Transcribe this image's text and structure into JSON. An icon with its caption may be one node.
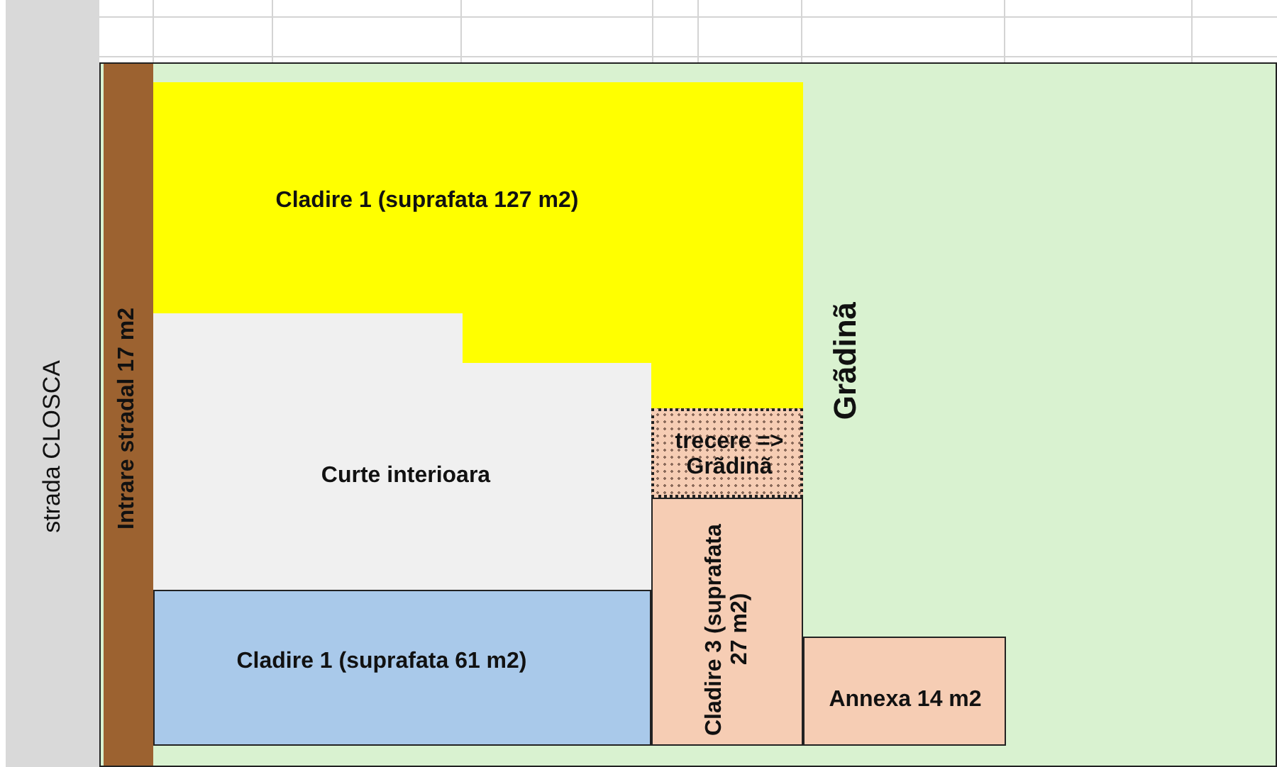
{
  "diagram": {
    "nodes": [
      {
        "text": [
          "strada CLOSCA"
        ]
      },
      {
        "text": [
          "Grãdinã"
        ]
      },
      {
        "text": [
          "Intrare stradal 17 m2"
        ],
        "in": 1
      },
      {
        "text": [
          "Cladire 1 (suprafata 127 m2)"
        ],
        "in": 1
      },
      {
        "text": [
          "Curte interioara"
        ],
        "in": 1
      },
      {
        "text": [
          "trecere => Grãdinã"
        ],
        "in": 1
      },
      {
        "text": [
          "Cladire 3 (suprafata 27 m2)"
        ],
        "in": 1
      },
      {
        "text": [
          "Cladire 1 (suprafata 61 m2)"
        ],
        "in": 1
      },
      {
        "text": [
          "Annexa 14 m2"
        ],
        "in": 1
      }
    ]
  }
}
